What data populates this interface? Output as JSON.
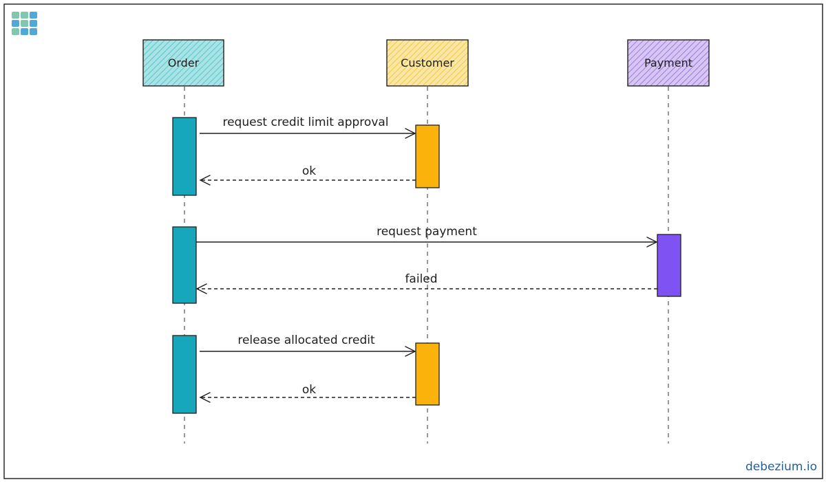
{
  "participants": [
    {
      "label": "Order",
      "color": "#a8e4e6",
      "hatch": "#5cc3c9"
    },
    {
      "label": "Customer",
      "color": "#fbe6a3",
      "hatch": "#f2c744"
    },
    {
      "label": "Payment",
      "color": "#d7c6f4",
      "hatch": "#9b7be0"
    }
  ],
  "messages": [
    {
      "label": "request credit limit approval",
      "kind": "call"
    },
    {
      "label": "ok",
      "kind": "return"
    },
    {
      "label": "request payment",
      "kind": "call"
    },
    {
      "label": "failed",
      "kind": "return"
    },
    {
      "label": "release allocated credit",
      "kind": "call"
    },
    {
      "label": "ok",
      "kind": "return"
    }
  ],
  "activation_colors": {
    "order": "#16a7bd",
    "customer": "#fbb20a",
    "payment": "#7f52f3"
  },
  "logo": {
    "icon": "grid-logo-icon",
    "colors": [
      "#7fc8b0",
      "#4fa9d6"
    ]
  },
  "brand": {
    "text": "debezium.io"
  }
}
